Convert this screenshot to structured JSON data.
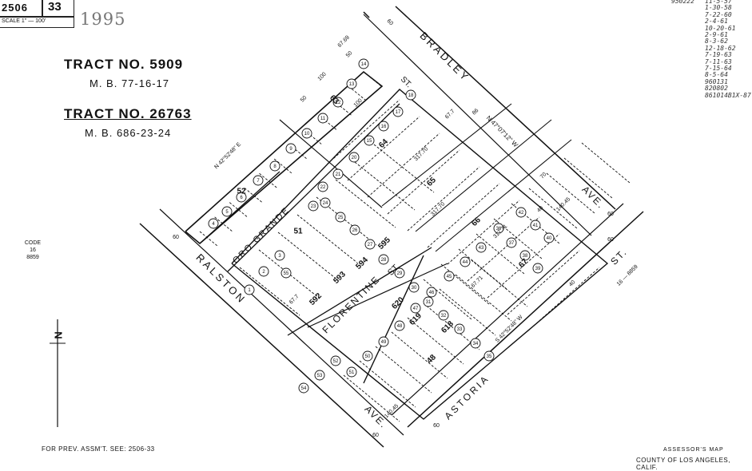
{
  "header": {
    "book": "2506",
    "page": "33",
    "scale_text": "SCALE 1\" — 100'",
    "year": "1995"
  },
  "tracts": [
    {
      "title": "TRACT  NO. 5909",
      "mb": "M. B. 77-16-17"
    },
    {
      "title": "TRACT  NO. 26763",
      "mb": "M. B. 686-23-24"
    }
  ],
  "streets": {
    "bradley": "BRADLEY",
    "bradley_ave": "AVE.",
    "bradley_st": "ST.",
    "oro_grande": "ORO GRANDE",
    "ralston": "RALSTON",
    "ralston_ave": "AVE.",
    "florentine": "FLORENTINE",
    "florentine_st": "ST.",
    "astoria": "ASTORIA",
    "astoria_st": "ST."
  },
  "blocks": [
    "63",
    "64",
    "65",
    "66",
    "67",
    "52",
    "51",
    "48",
    "592",
    "593",
    "594",
    "595",
    "620",
    "619",
    "618"
  ],
  "bearings": [
    "N 47°07'12\" W",
    "N 42°52'48\" E",
    "S 42°52'48\" W"
  ],
  "dims": [
    "60",
    "60",
    "60",
    "60",
    "60",
    "60",
    "100",
    "100",
    "50",
    "50",
    "67.69",
    "67.7",
    "317.70",
    "317.70",
    "317.71",
    "140.45",
    "140.45",
    "67.71",
    "67.7",
    "86",
    "70",
    "40",
    "40"
  ],
  "lot_numbers": [
    "14",
    "13",
    "12",
    "11",
    "10",
    "9",
    "8",
    "7",
    "6",
    "5",
    "4",
    "3",
    "2",
    "1",
    "18",
    "17",
    "16",
    "15",
    "20",
    "21",
    "22",
    "23",
    "24",
    "25",
    "26",
    "27",
    "28",
    "29",
    "30",
    "31",
    "32",
    "33",
    "34",
    "35",
    "36",
    "37",
    "38",
    "39",
    "40",
    "41",
    "42",
    "43",
    "44",
    "45",
    "46",
    "47",
    "48",
    "49",
    "50",
    "51",
    "52",
    "53",
    "54",
    "55"
  ],
  "code_box": {
    "label": "CODE",
    "value": "16",
    "sub": "8859"
  },
  "code_right": "16 — 8859",
  "revisions": [
    "950222",
    "11-5-57",
    "1-30-58",
    "7-22-60",
    "2-4-61",
    "10-20-61",
    "2-9-61",
    "8-3-62",
    "12-18-62",
    "7-19-63",
    "7-11-63",
    "7-15-64",
    "8-5-64",
    "960131",
    "820802",
    "861014B1X-87"
  ],
  "footer": {
    "prev": "FOR PREV. ASSM'T. SEE: 2506-33",
    "assessor": "ASSESSOR'S MAP",
    "county": "COUNTY OF LOS ANGELES, CALIF."
  },
  "north": "N"
}
